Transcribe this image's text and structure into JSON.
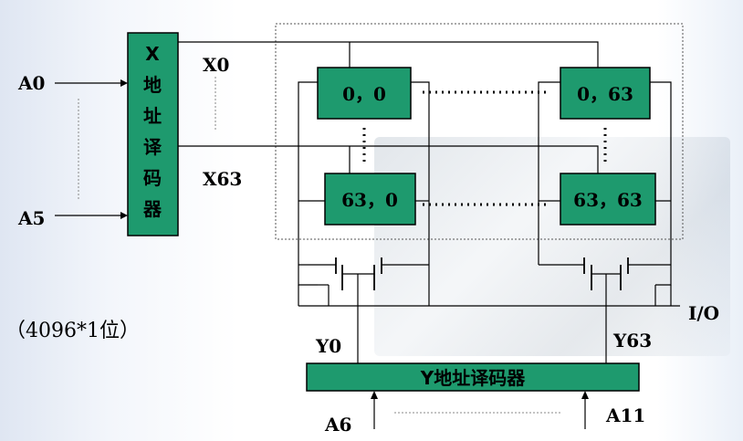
{
  "x_decoder": {
    "title": "X",
    "chars": [
      "地",
      "址",
      "译",
      "码",
      "器"
    ]
  },
  "y_decoder": {
    "label": "Y地址译码器"
  },
  "inputs": {
    "a0": "A0",
    "a5": "A5",
    "a6": "A6",
    "a11": "A11"
  },
  "rows": {
    "x0": "X0",
    "x63": "X63"
  },
  "cols": {
    "y0": "Y0",
    "y63": "Y63"
  },
  "cells": {
    "c00": "0，0",
    "c063": "0，63",
    "c630": "63，0",
    "c6363": "63，63"
  },
  "io": "I/O",
  "caption": "（4096*1位）",
  "colors": {
    "box_fill": "#1e9a6e",
    "line": "#000000"
  }
}
